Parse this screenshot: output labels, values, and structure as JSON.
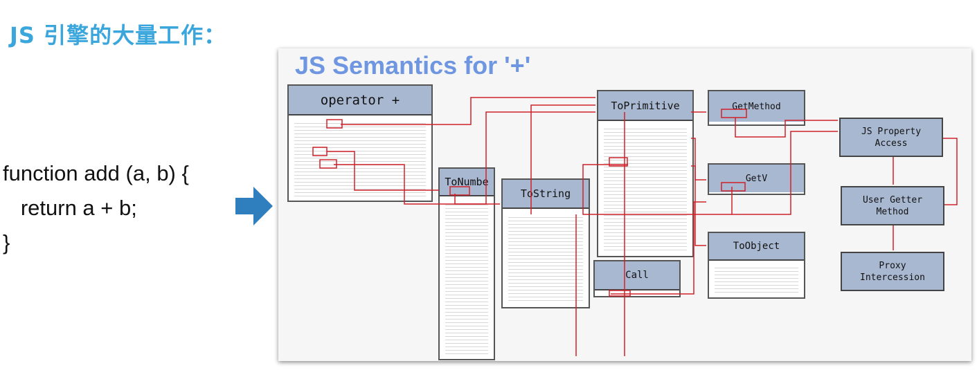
{
  "heading": "JS 引擎的大量工作：",
  "code": [
    "function add (a, b) {",
    "   return a + b;",
    "}"
  ],
  "slide": {
    "title": "JS Semantics for '+'",
    "spec_boxes": {
      "operator": "operator +",
      "to_number": "ToNumbe",
      "to_string": "ToString",
      "to_primitive": "ToPrimitive",
      "get_method": "GetMethod",
      "get_v": "GetV",
      "to_object": "ToObject",
      "call": "Call"
    },
    "concept_boxes": {
      "property_access": "JS Property Access",
      "user_getter": "User Getter Method",
      "proxy": "Proxy Intercession"
    }
  },
  "colors": {
    "heading": "#3aa6dc",
    "title": "#6f96e0",
    "box": "#a9b8d1",
    "link": "#d0202a",
    "arrow": "#2f7fbf"
  }
}
